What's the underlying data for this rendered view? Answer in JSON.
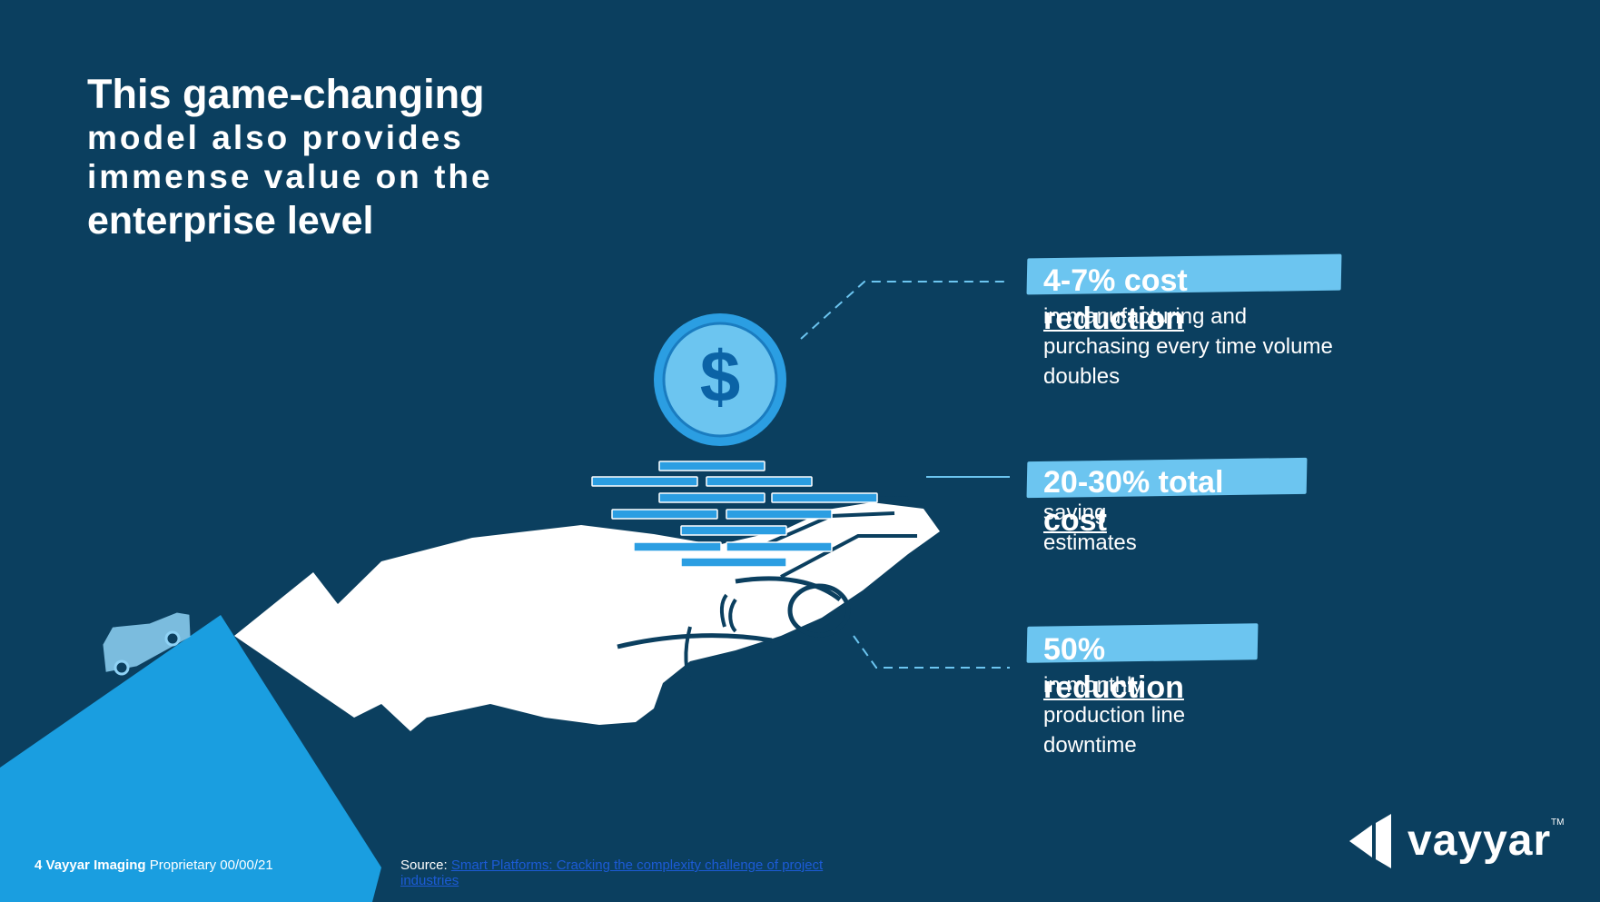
{
  "title": {
    "line1": "This game-changing",
    "line2": "model also provides",
    "line3": "immense value on the",
    "line4": "enterprise level"
  },
  "stats": [
    {
      "headline_a": "4-7% cost",
      "headline_b": "reduction",
      "description": [
        "in manufacturing and",
        "purchasing every time volume",
        "doubles"
      ]
    },
    {
      "headline_a": "20-30% total",
      "headline_b": "cost",
      "description": [
        "saving",
        "estimates"
      ]
    },
    {
      "headline_a": "50%",
      "headline_b": "reduction",
      "description": [
        "in monthly",
        "production line",
        "downtime"
      ]
    }
  ],
  "coin": {
    "symbol": "$",
    "icon": "dollar-coin-icon"
  },
  "footer": {
    "page": "4",
    "company": "Vayyar Imaging",
    "label": "Proprietary 00/00/21",
    "source_label": "Source:",
    "source_link": "Smart Platforms: Cracking the complexity challenge of project industries"
  },
  "logo": {
    "text": "vayyar",
    "tm": "TM"
  },
  "colors": {
    "background": "#0b3f5f",
    "accent": "#6cc5f0",
    "sleeve": "#1a9ee0",
    "coin": "#2b9ee2",
    "white": "#ffffff"
  }
}
